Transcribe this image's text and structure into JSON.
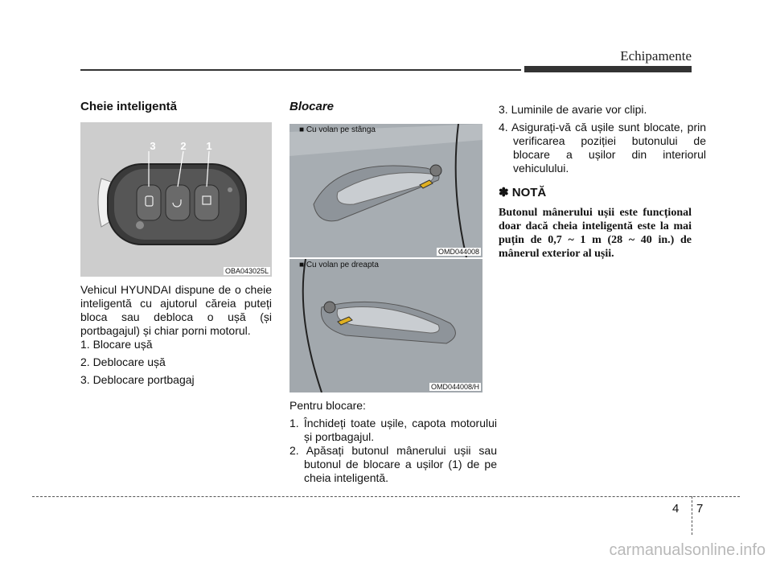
{
  "header": {
    "section": "Echipamente"
  },
  "col1": {
    "title": "Cheie inteligentă",
    "figure": {
      "code": "OBA043025L",
      "btn1": "1",
      "btn2": "2",
      "btn3": "3"
    },
    "intro": "Vehicul HYUNDAI dispune de o cheie inteligentă cu ajutorul căreia puteți bloca sau debloca o ușă (și portbagajul) și chiar porni motorul.",
    "items": [
      "1. Blocare ușă",
      "2. Deblocare ușă",
      "3. Deblocare portbagaj"
    ]
  },
  "col2": {
    "title": "Blocare",
    "fig_left": {
      "caption": "■ Cu volan pe stânga",
      "code": "OMD044008"
    },
    "fig_right": {
      "caption": "■ Cu volan pe dreapta",
      "code": "OMD044008/H"
    },
    "lead": "Pentru blocare:",
    "steps": [
      "1. Închideți toate ușile, capota motorului și portbagajul.",
      "2. Apăsați butonul mânerului ușii sau butonul de blocare a ușilor (1) de pe cheia inteligentă."
    ]
  },
  "col3": {
    "steps": [
      "3. Luminile de avarie vor clipi.",
      "4. Asigurați-vă că ușile sunt blocate, prin verificarea poziției butonului de blocare a ușilor din interiorul vehiculului."
    ],
    "note_title": "✽ NOTĂ",
    "note_body": "Butonul mânerului ușii este funcțional doar dacă cheia inteligentă este la mai puțin de 0,7 ~ 1 m (28 ~ 40 in.) de mânerul exterior al ușii."
  },
  "footer": {
    "chapter": "4",
    "page": "7",
    "watermark": "carmanualsonline.info"
  }
}
